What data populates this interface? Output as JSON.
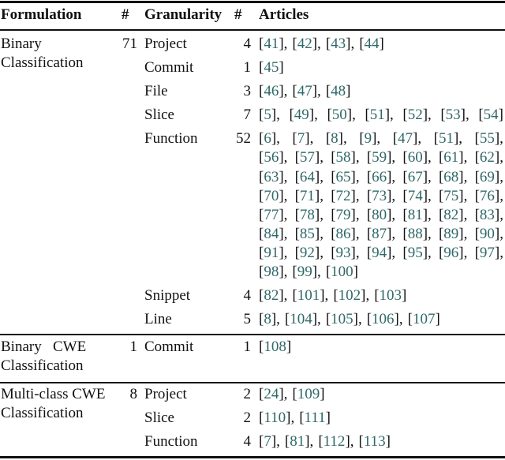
{
  "header": {
    "formulation": "Formulation",
    "count1": "#",
    "granularity": "Granularity",
    "count2": "#",
    "articles": "Articles"
  },
  "colors": {
    "citation": "#2f6868",
    "text": "#111111"
  },
  "sections": [
    {
      "formulation": [
        "Binary",
        "Classification"
      ],
      "count": "71",
      "rows": [
        {
          "granularity": "Project",
          "count": "4",
          "lines": [
            [
              "41",
              "42",
              "43",
              "44"
            ]
          ]
        },
        {
          "granularity": "Commit",
          "count": "1",
          "lines": [
            [
              "45"
            ]
          ]
        },
        {
          "granularity": "File",
          "count": "3",
          "lines": [
            [
              "46",
              "47",
              "48"
            ]
          ]
        },
        {
          "granularity": "Slice",
          "count": "7",
          "lines": [
            [
              "5",
              "49",
              "50",
              "51",
              "52",
              "53",
              "54"
            ]
          ]
        },
        {
          "granularity": "Function",
          "count": "52",
          "lines": [
            [
              "6",
              "7",
              "8",
              "9",
              "47",
              "51",
              "55"
            ],
            [
              "56",
              "57",
              "58",
              "59",
              "60",
              "61",
              "62"
            ],
            [
              "63",
              "64",
              "65",
              "66",
              "67",
              "68",
              "69"
            ],
            [
              "70",
              "71",
              "72",
              "73",
              "74",
              "75",
              "76"
            ],
            [
              "77",
              "78",
              "79",
              "80",
              "81",
              "82",
              "83"
            ],
            [
              "84",
              "85",
              "86",
              "87",
              "88",
              "89",
              "90"
            ],
            [
              "91",
              "92",
              "93",
              "94",
              "95",
              "96",
              "97"
            ],
            [
              "98",
              "99",
              "100"
            ]
          ]
        },
        {
          "granularity": "Snippet",
          "count": "4",
          "lines": [
            [
              "82",
              "101",
              "102",
              "103"
            ]
          ]
        },
        {
          "granularity": "Line",
          "count": "5",
          "lines": [
            [
              "8",
              "104",
              "105",
              "106",
              "107"
            ]
          ]
        }
      ]
    },
    {
      "formulation": [
        "Binary   CWE",
        "Classification"
      ],
      "count": "1",
      "rows": [
        {
          "granularity": "Commit",
          "count": "1",
          "lines": [
            [
              "108"
            ]
          ]
        }
      ]
    },
    {
      "formulation": [
        "Multi-class CWE",
        "Classification"
      ],
      "count": "8",
      "rows": [
        {
          "granularity": "Project",
          "count": "2",
          "lines": [
            [
              "24",
              "109"
            ]
          ]
        },
        {
          "granularity": "Slice",
          "count": "2",
          "lines": [
            [
              "110",
              "111"
            ]
          ]
        },
        {
          "granularity": "Function",
          "count": "4",
          "lines": [
            [
              "7",
              "81",
              "112",
              "113"
            ]
          ]
        }
      ]
    }
  ]
}
